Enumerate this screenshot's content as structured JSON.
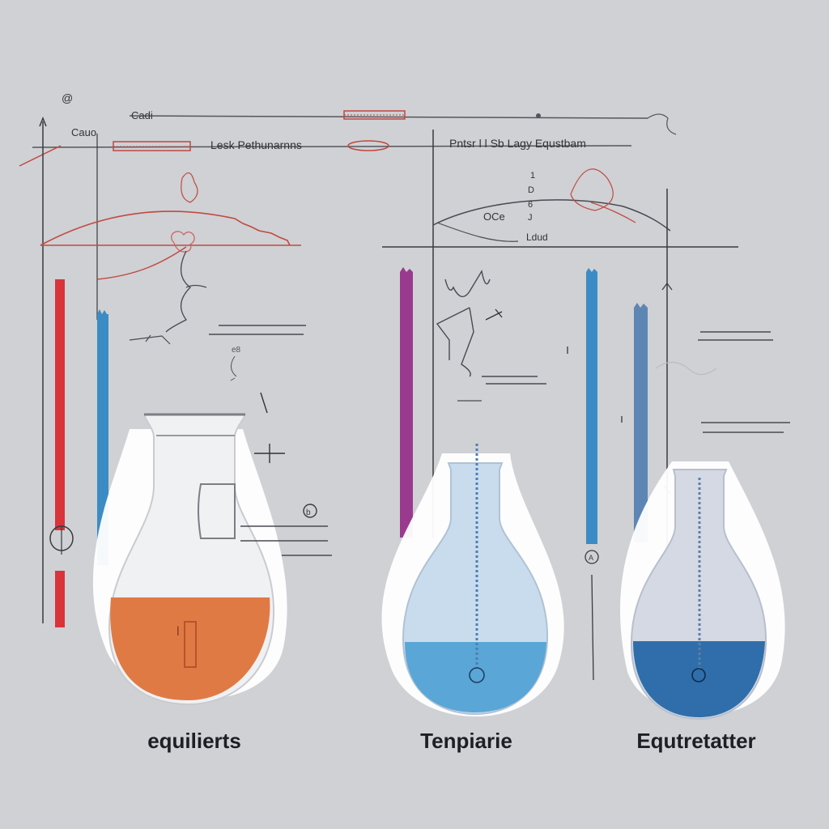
{
  "captions": {
    "left": "equilierts",
    "middle": "Tenpiarie",
    "right": "Equtretatter"
  },
  "scribbles": {
    "top_left_a": "Cadi",
    "top_left_b": "Cauo",
    "header_left": "Lesk Pethunarnns",
    "header_right": "Pntsr l l Sb Lagy Equstbam",
    "mid_oce": "OCe",
    "mid_ldud": "Ldud",
    "flask_mark": "l"
  },
  "colors": {
    "background": "#cfd1d5",
    "orange_liquid": "#e07a45",
    "light_blue_liquid": "#5aa6d6",
    "dark_blue_liquid": "#2f6eaa",
    "red_tube": "#d8343a",
    "blue_tube": "#3b8cc4",
    "purple_tube": "#9a3a8e",
    "steel_tube": "#5d86b5",
    "axis": "#3a3a3f",
    "curve": "#c24a3f"
  }
}
